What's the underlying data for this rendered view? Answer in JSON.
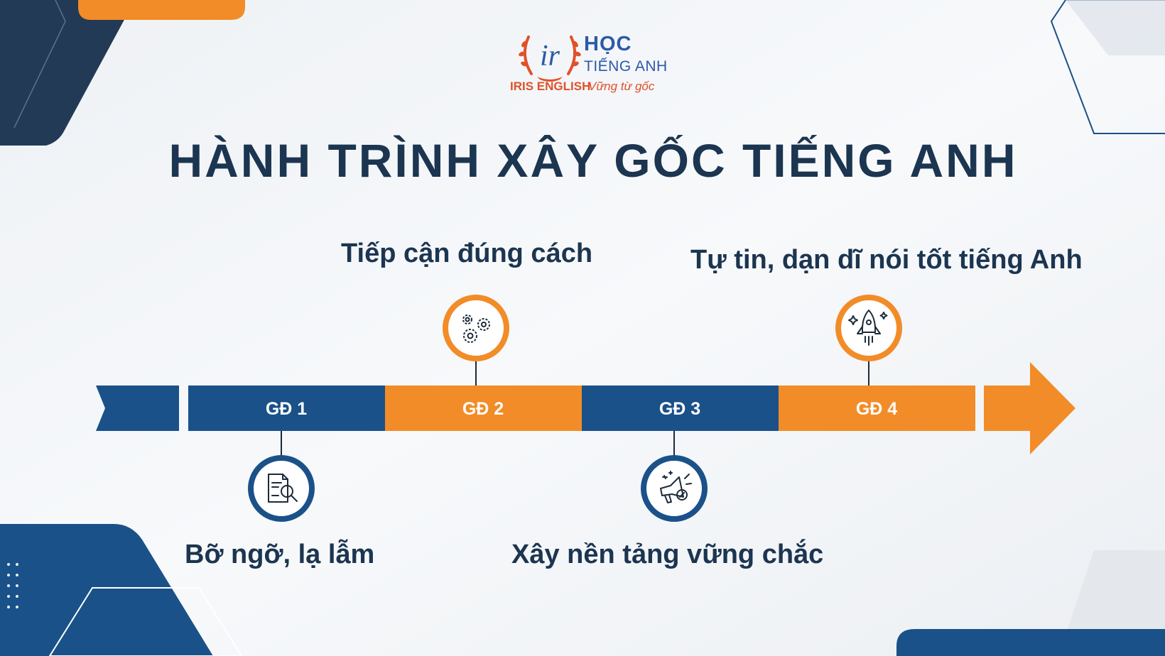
{
  "logo": {
    "mark": "ir",
    "brand_main": "HỌC",
    "brand_sub": "TIẾNG ANH",
    "brand_left": "IRIS ENGLISH",
    "tagline": "Vững từ gốc"
  },
  "title": "HÀNH TRÌNH XÂY GỐC TIẾNG ANH",
  "colors": {
    "navy": "#1a5189",
    "orange": "#f28c28",
    "dark_navy": "#1c3550"
  },
  "stages": [
    {
      "segment_label": "GĐ 1",
      "description": "Bỡ ngỡ, lạ lẫm",
      "icon": "document-search-icon",
      "color": "navy"
    },
    {
      "segment_label": "GĐ 2",
      "description": "Tiếp cận đúng cách",
      "icon": "gears-icon",
      "color": "orange"
    },
    {
      "segment_label": "GĐ 3",
      "description": "Xây nền tảng vững chắc",
      "icon": "megaphone-icon",
      "color": "navy"
    },
    {
      "segment_label": "GĐ 4",
      "description": "Tự tin, dạn dĩ nói tốt tiếng Anh",
      "icon": "rocket-icon",
      "color": "orange"
    }
  ]
}
